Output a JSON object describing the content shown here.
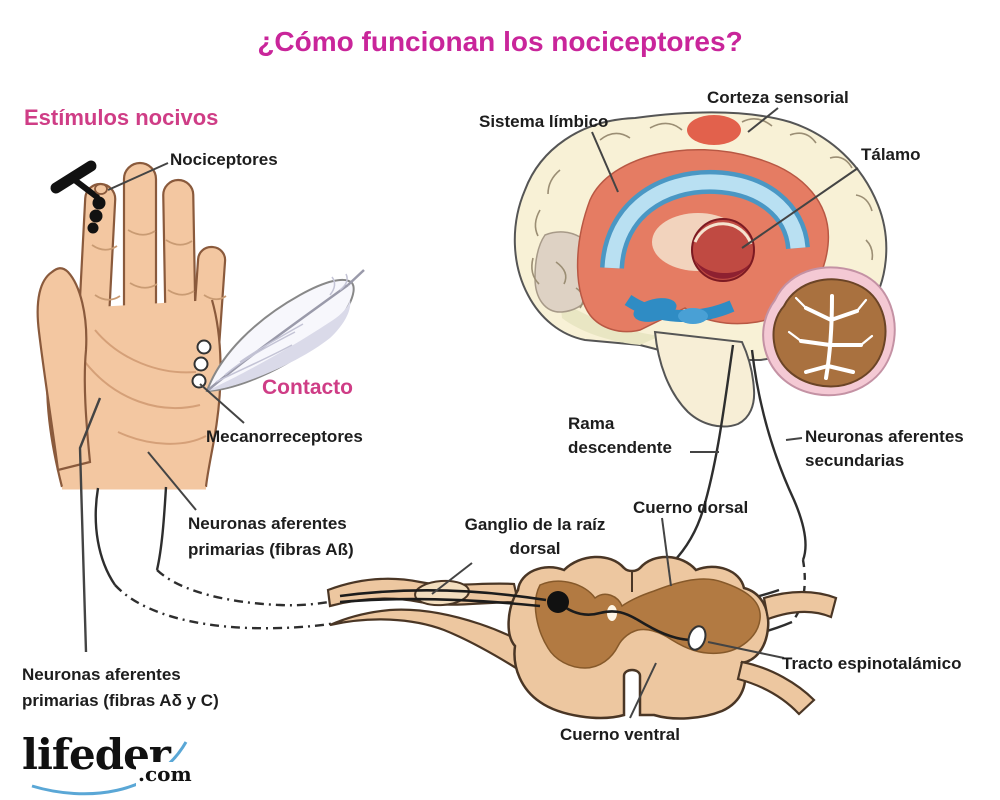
{
  "title": "¿Cómo funcionan los nociceptores?",
  "sections": {
    "estimulos_heading": "Estímulos nocivos",
    "contacto_heading": "Contacto"
  },
  "labels": {
    "nociceptores": "Nociceptores",
    "mecanorreceptores": "Mecanorreceptores",
    "neuronas_primarias_ab": "Neuronas aferentes\nprimarias (fibras Aß)",
    "neuronas_primarias_adc": "Neuronas aferentes\nprimarias (fibras Aδ y C)",
    "sistema_limbico": "Sistema límbico",
    "corteza_sensorial": "Corteza sensorial",
    "talamo": "Tálamo",
    "rama_descendente": "Rama\ndescendente",
    "neuronas_secundarias": "Neuronas aferentes\nsecundarias",
    "ganglio_raiz_dorsal": "Ganglio de la raíz\ndorsal",
    "cuerno_dorsal": "Cuerno dorsal",
    "tracto_espinotalamico": "Tracto espinotalámico",
    "cuerno_ventral": "Cuerno ventral"
  },
  "logo": {
    "brand": "lifeder",
    "suffix": ".com"
  },
  "colors": {
    "title_pink": "#c9259a",
    "heading_pink": "#cf3d86",
    "label_black": "#1d1d1d",
    "skin": "#f3c7a1",
    "cortex_cream": "#f8f1d6",
    "limbic_salmon": "#e57c63",
    "thalamus_red": "#b8393a",
    "ventricle_blue": "#49a0d5",
    "cerebellum_pink": "#f4c9d4",
    "cerebellum_brown": "#a9713f",
    "cord_tan": "#edc7a0",
    "gray_matter_brown": "#b27a42",
    "logo_blue": "#5aa7d6"
  }
}
